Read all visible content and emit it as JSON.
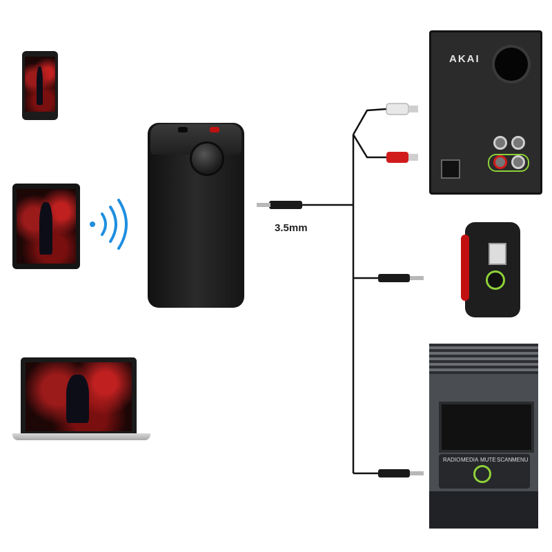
{
  "labels": {
    "cable": "3.5mm",
    "speaker_brand": "AKAI"
  },
  "car_buttons": [
    "RADIO",
    "MEDIA",
    "MUTE",
    "SCAN",
    "MENU"
  ],
  "colors": {
    "receiver": "#1f1f1f",
    "wire": "#111111",
    "bluetooth_waves": "#1e8fe0",
    "highlight_ring": "#8fd13a",
    "rca_red": "#d11b1b",
    "rca_white": "#e8e8e8",
    "accent_red": "#c01010"
  },
  "icons": {
    "bluetooth": "bluetooth-waves-icon",
    "jack": "3.5mm-jack-plug-icon",
    "rca": "rca-plug-icon"
  }
}
